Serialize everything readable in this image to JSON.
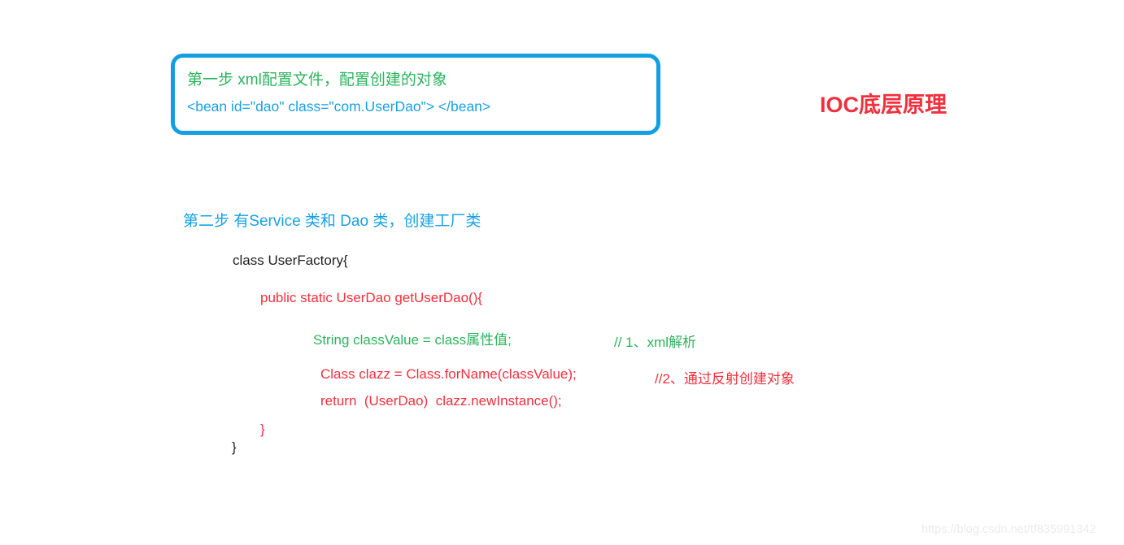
{
  "page": {
    "background": "#ffffff"
  },
  "colors": {
    "box_border_blue": "#119fe2",
    "text_blue": "#18a0e4",
    "text_green": "#2cb45c",
    "text_red": "#f0303d",
    "text_black": "#1f1f1f",
    "watermark_gray": "#ececec"
  },
  "title": {
    "text": "IOC底层原理"
  },
  "step1_box": {
    "heading": "第一步 xml配置文件，配置创建的对象",
    "xml_line": "<bean id=\"dao\" class=\"com.UserDao\"> </bean>"
  },
  "step2": {
    "heading": "第二步 有Service 类和 Dao 类，创建工厂类"
  },
  "code": {
    "line1": "class UserFactory{",
    "line2": "public static UserDao getUserDao(){",
    "line3": "String classValue = class属性值;",
    "line3_comment": "// 1、xml解析",
    "line4": "Class clazz = Class.forName(classValue);",
    "line4_comment": "//2、通过反射创建对象",
    "line5": "return  (UserDao)  clazz.newInstance();",
    "line6": "}",
    "line7": "}"
  },
  "watermark": {
    "text": "https://blog.csdn.net/tf835991342"
  }
}
